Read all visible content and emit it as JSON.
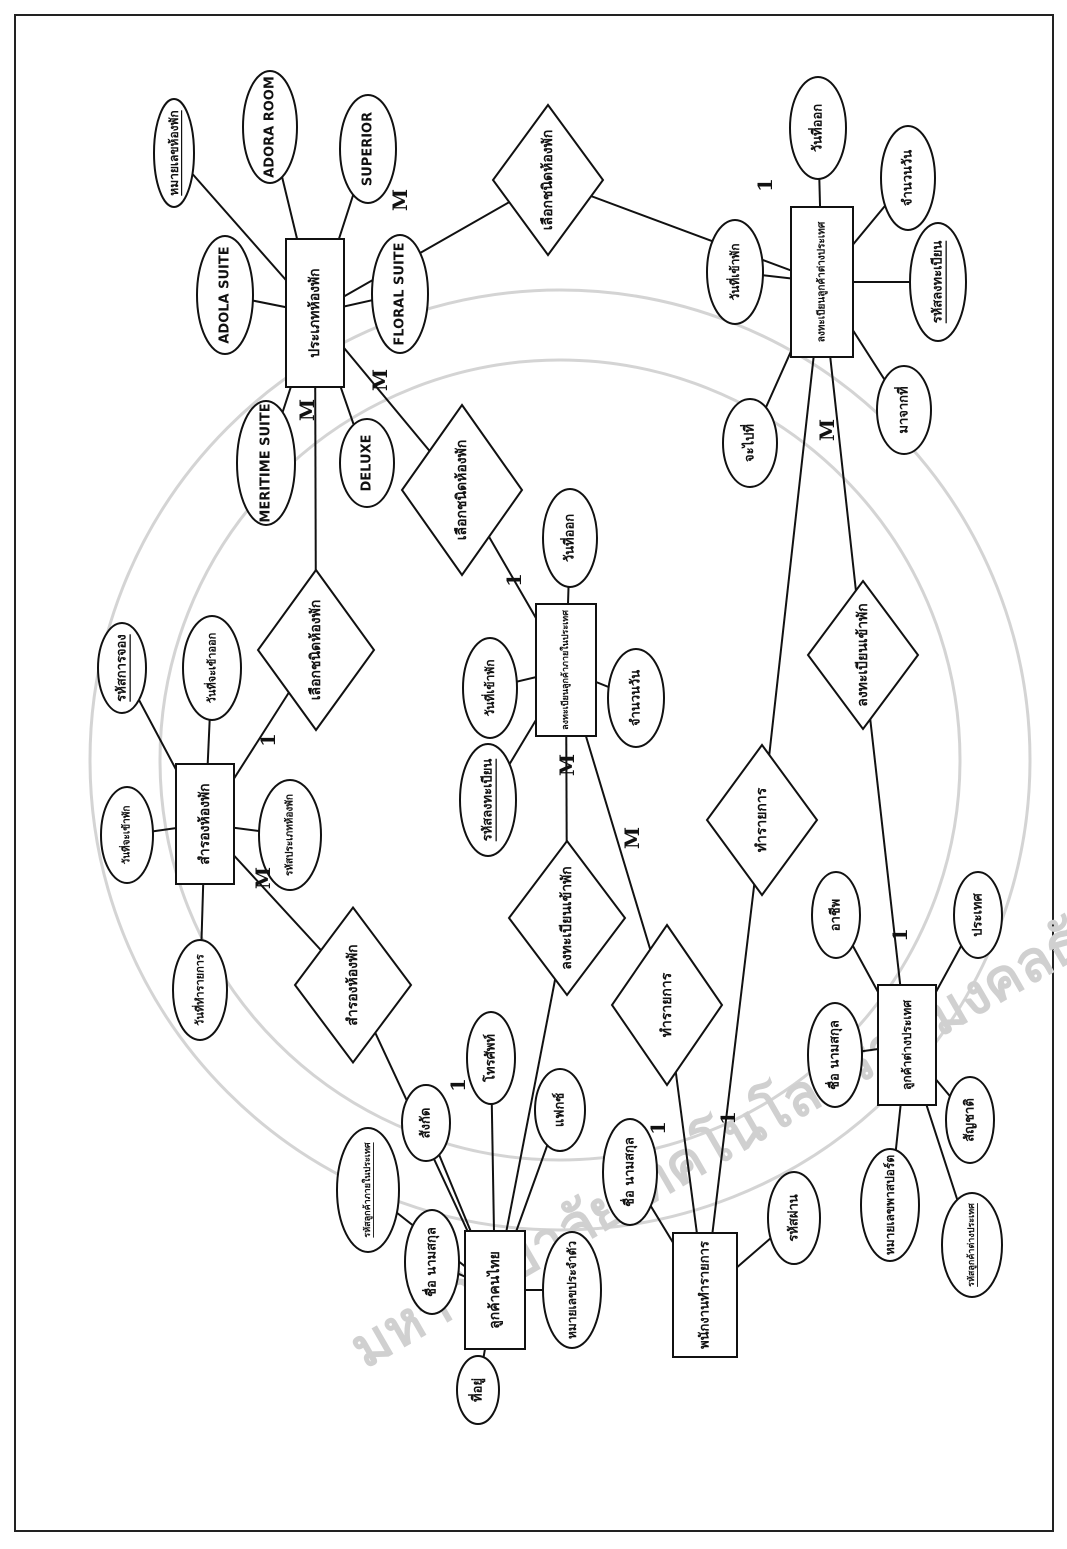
{
  "diagram": {
    "entities": {
      "room_type": "ประเภทห้องพัก",
      "foreign_reg": "ลงทะเบียนลูกค้าต่างประเทศ",
      "reserve": "สำรองห้องพัก",
      "thai_reg": "ลงทะเบียนลูกค้าภายในประเทศ",
      "thai_customer": "ลูกค้าคนไทย",
      "staff": "พนักงานทำรายการ",
      "foreign_customer": "ลูกค้าต่างประเทศ"
    },
    "relationships": {
      "choose_room_top": "เลือกชนิดห้องพัก",
      "choose_room_mid": "เลือกชนิดห้องพัก",
      "choose_room_left": "เลือกชนิดห้องพัก",
      "register_foreign": "ลงทะเบียนเข้าพัก",
      "transact_upper": "ทำรายการ",
      "register_thai": "ลงทะเบียนเข้าพัก",
      "reserve_rel": "สำรองห้องพัก",
      "transact_lower": "ทำรายการ"
    },
    "attributes": {
      "room_type": [
        "หมายเลขห้องพัก",
        "ADORA ROOM",
        "SUPERIOR",
        "ADOLA SUITE",
        "FLORAL SUITE",
        "MERITIME SUITE",
        "DELUXE"
      ],
      "foreign_reg": [
        "วันที่ออก",
        "จำนวนวัน",
        "วันที่เข้าพัก",
        "รหัสลงทะเบียน",
        "จะไปที่",
        "มาจากที่"
      ],
      "reserve": [
        "รหัสการจอง",
        "วันที่จะเข้าออก",
        "วันที่จะเข้าพัก",
        "รหัสประเภทห้องพัก",
        "วันที่ทำรายการ"
      ],
      "thai_reg": [
        "วันที่เข้าพัก",
        "วันที่ออก",
        "รหัสลงทะเบียน",
        "จำนวนวัน"
      ],
      "thai_customer": [
        "รหัสลูกค้าภายในประเทศ",
        "สังกัด",
        "โทรศัพท์",
        "ชื่อ นามสกุล",
        "ที่อยู่",
        "หมายเลขประจำตัว",
        "แฟกซ์"
      ],
      "staff": [
        "ชื่อ นามสกุล",
        "รหัสผ่าน"
      ],
      "foreign_customer": [
        "อาชีพ",
        "ประเทศ",
        "ชื่อ นามสกุล",
        "สัญชาติ",
        "หมายเลขพาสปอร์ต",
        "รหัสลูกค้าต่างประเทศ"
      ]
    },
    "cardinalities": {
      "room_type_top": "M",
      "foreign_reg_top": "1",
      "room_type_mid": "M",
      "thai_reg_choose": "1",
      "room_type_left": "M",
      "reserve_choose": "1",
      "foreign_reg_register": "M",
      "foreign_customer_register": "1",
      "thai_reg_register": "M",
      "thai_reg_transact": "M",
      "reserve_customer": "M",
      "thai_customer_reserve": "1",
      "staff_transact": "1",
      "staff_transact2": "1"
    },
    "watermark": "มหาวิทยาลัยเทคโนโลยีราชมงคลธัญบุรี"
  }
}
